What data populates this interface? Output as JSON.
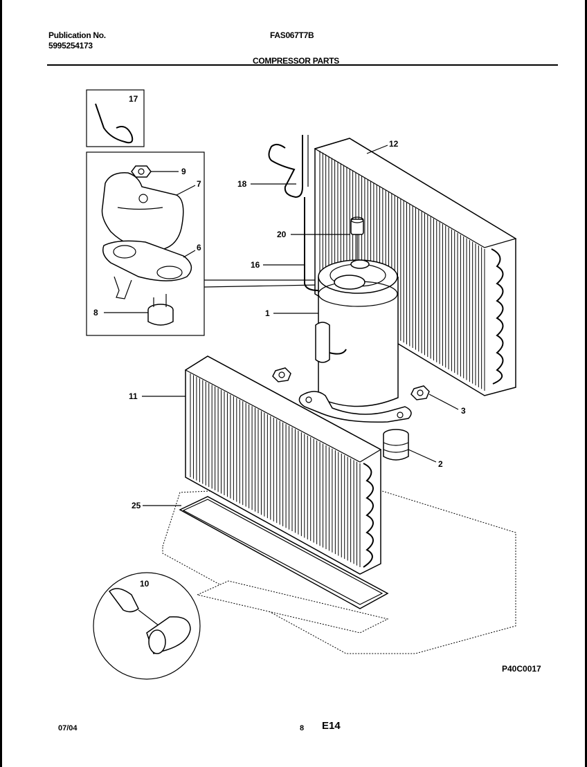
{
  "header": {
    "publication_label": "Publication No.",
    "publication_number": "5995254173",
    "model": "FAS067T7B",
    "section_title": "COMPRESSOR PARTS"
  },
  "diagram": {
    "part_labels": [
      "17",
      "9",
      "7",
      "6",
      "8",
      "18",
      "12",
      "20",
      "16",
      "1",
      "11",
      "3",
      "2",
      "25",
      "10"
    ],
    "figure_code": "P40C0017"
  },
  "footer": {
    "date": "07/04",
    "page": "8",
    "section_code": "E14"
  }
}
